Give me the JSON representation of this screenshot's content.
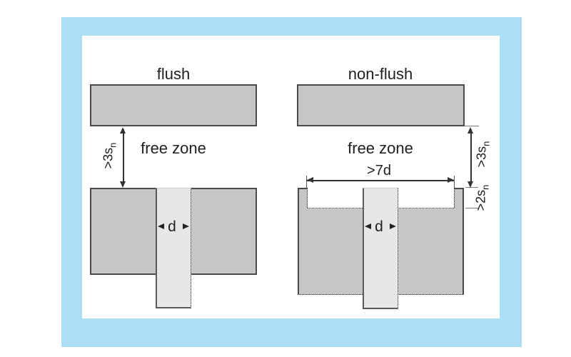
{
  "colors": {
    "frame_blue": "#abdff6",
    "background": "#ffffff",
    "block_fill": "#c6c6c6",
    "block_border": "#4a4a4a",
    "sensor_fill": "#e7e7e7",
    "dimension_line": "#333333",
    "text": "#1f1f1f"
  },
  "flush_diagram": {
    "title": "flush",
    "free_zone_label": "free zone",
    "clearance_dimension": {
      "main": ">3s",
      "sub": "n"
    },
    "diameter_label": "d"
  },
  "non_flush_diagram": {
    "title": "non-flush",
    "free_zone_label": "free zone",
    "clearance_dimension": {
      "main": ">3s",
      "sub": "n"
    },
    "recess_width_label": ">7d",
    "recess_depth_dimension": {
      "main": ">2s",
      "sub": "n"
    },
    "diameter_label": "d"
  }
}
